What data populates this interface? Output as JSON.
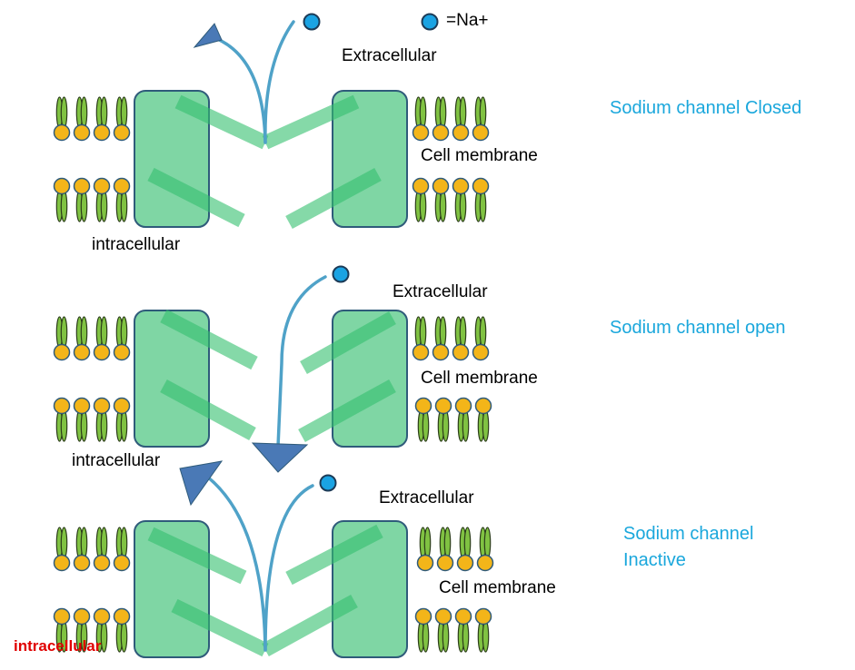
{
  "legend": {
    "symbol": "=Na+"
  },
  "colors": {
    "channel_fill": "#7fd6a4",
    "channel_stroke": "#2f5b7a",
    "gate_bar": "#35c06f",
    "ion": "#1aa3e3",
    "head": "#f3b519",
    "tail": "#80c242",
    "path": "#4fa2c8",
    "arrow": "#4a79b6",
    "caption": "#1aa7dc",
    "label_red": "#e00000"
  },
  "panels": [
    {
      "state": "closed",
      "extracellular": "Extracellular",
      "membrane": "Cell membrane",
      "intracellular": "intracellular",
      "caption": [
        "Sodium channel Closed"
      ]
    },
    {
      "state": "open",
      "extracellular": "Extracellular",
      "membrane": "Cell membrane",
      "intracellular": "intracellular",
      "caption": [
        "Sodium channel open"
      ]
    },
    {
      "state": "inactive",
      "extracellular": "Extracellular",
      "membrane": "Cell membrane",
      "intracellular": "intracellular",
      "caption": [
        "Sodium channel",
        "Inactive"
      ]
    }
  ]
}
